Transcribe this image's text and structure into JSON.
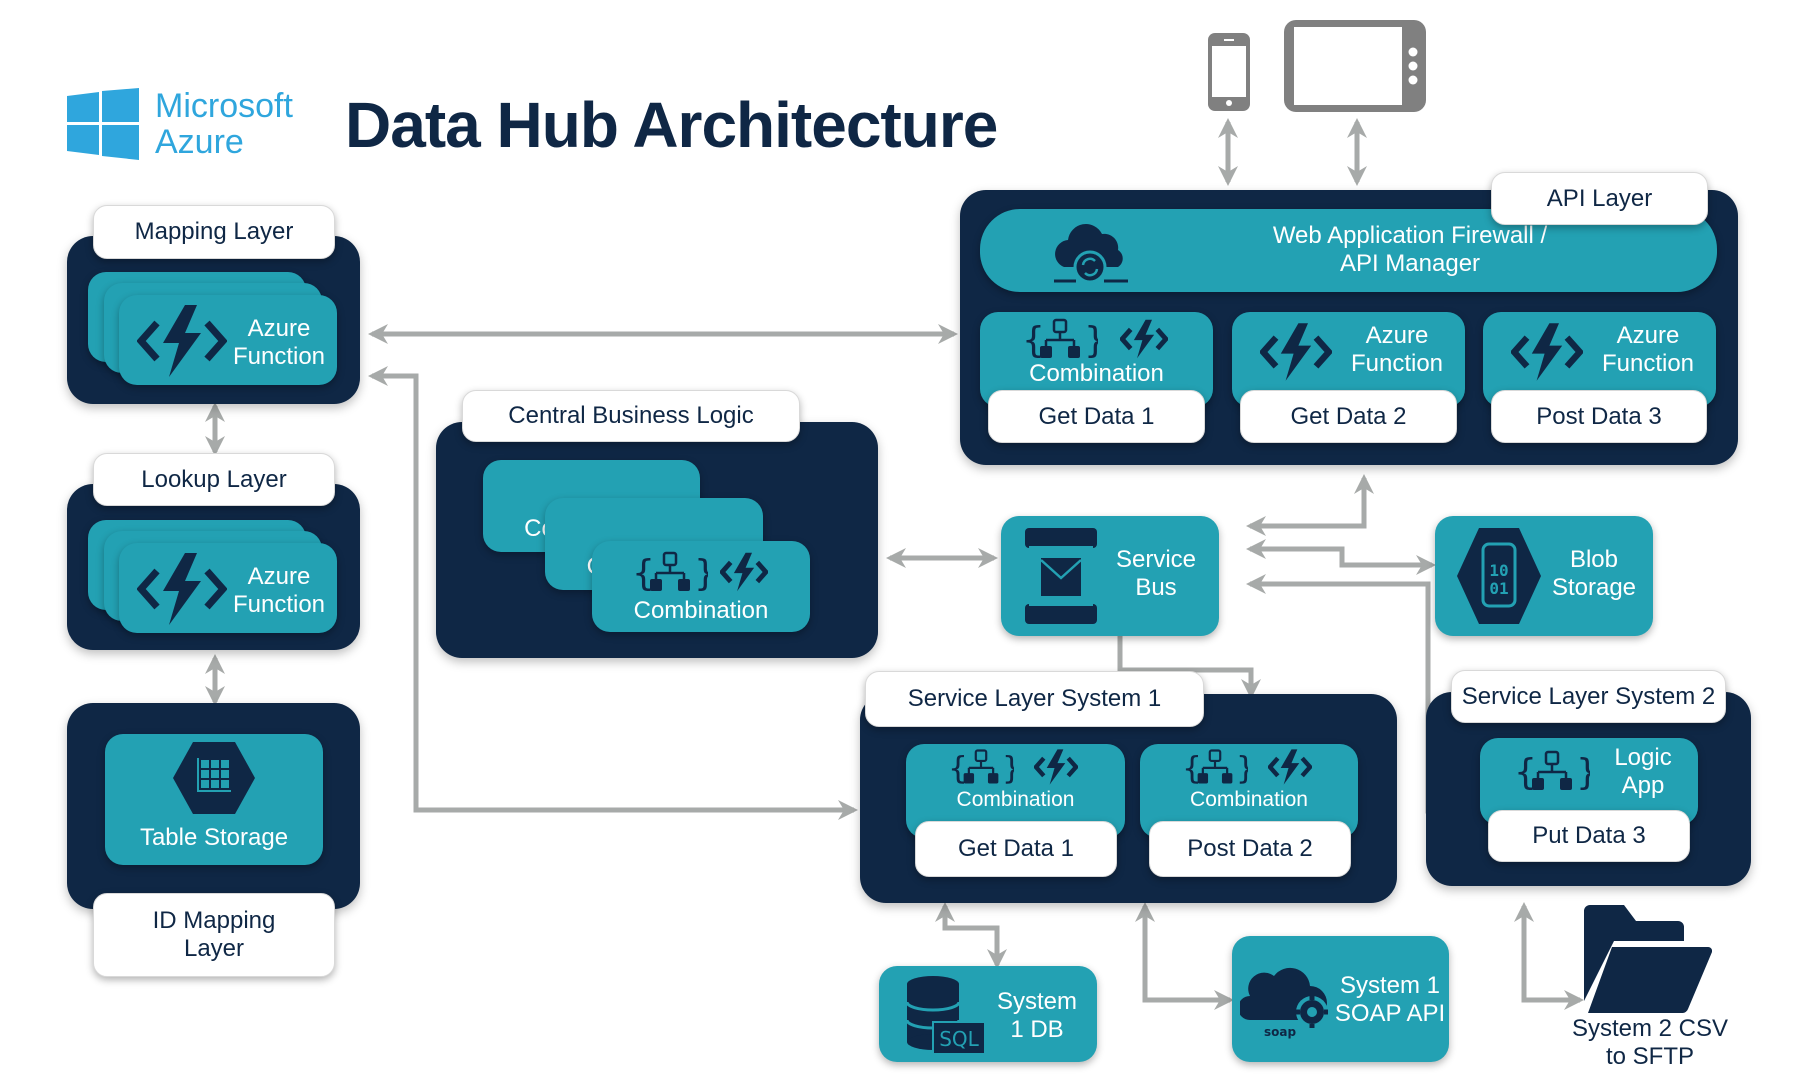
{
  "header": {
    "logo_line1": "Microsoft",
    "logo_line2": "Azure",
    "title": "Data Hub Architecture"
  },
  "colors": {
    "navy": "#0f2745",
    "teal": "#23a1b3",
    "arrow": "#a7aaa9",
    "azure_blue": "#2fa6dd",
    "device_gray": "#808080"
  },
  "devices": [
    "phone",
    "tablet"
  ],
  "mapping_layer": {
    "label": "Mapping Layer",
    "card_line1": "Azure",
    "card_line2": "Function"
  },
  "lookup_layer": {
    "label": "Lookup Layer",
    "card_line1": "Azure",
    "card_line2": "Function"
  },
  "id_mapping_layer": {
    "card_label": "Table Storage",
    "label_line1": "ID Mapping",
    "label_line2": "Layer"
  },
  "central_business_logic": {
    "label": "Central Business Logic",
    "cards": [
      "Combination",
      "Combination",
      "Combination"
    ]
  },
  "api_layer": {
    "label": "API Layer",
    "waf_line1": "Web Application Firewall /",
    "waf_line2": "API Manager",
    "cards": [
      {
        "title": "Combination",
        "title2": "",
        "action": "Get Data 1"
      },
      {
        "title": "Azure",
        "title2": "Function",
        "action": "Get Data 2"
      },
      {
        "title": "Azure",
        "title2": "Function",
        "action": "Post Data 3"
      }
    ]
  },
  "service_bus": {
    "line1": "Service",
    "line2": "Bus"
  },
  "blob_storage": {
    "line1": "Blob",
    "line2": "Storage",
    "icon_text1": "10",
    "icon_text2": "01"
  },
  "service_layer_1": {
    "label": "Service Layer System 1",
    "cards": [
      {
        "title": "Combination",
        "action": "Get Data 1"
      },
      {
        "title": "Combination",
        "action": "Post Data 2"
      }
    ]
  },
  "service_layer_2": {
    "label": "Service Layer System 2",
    "card_line1": "Logic",
    "card_line2": "App",
    "action": "Put Data 3"
  },
  "system1_db": {
    "line1": "System",
    "line2": "1 DB",
    "icon_text": "SQL"
  },
  "system1_soap": {
    "line1": "System 1",
    "line2": "SOAP API",
    "icon_text": "soap"
  },
  "system2_csv": {
    "line1": "System 2 CSV",
    "line2": "to SFTP"
  }
}
